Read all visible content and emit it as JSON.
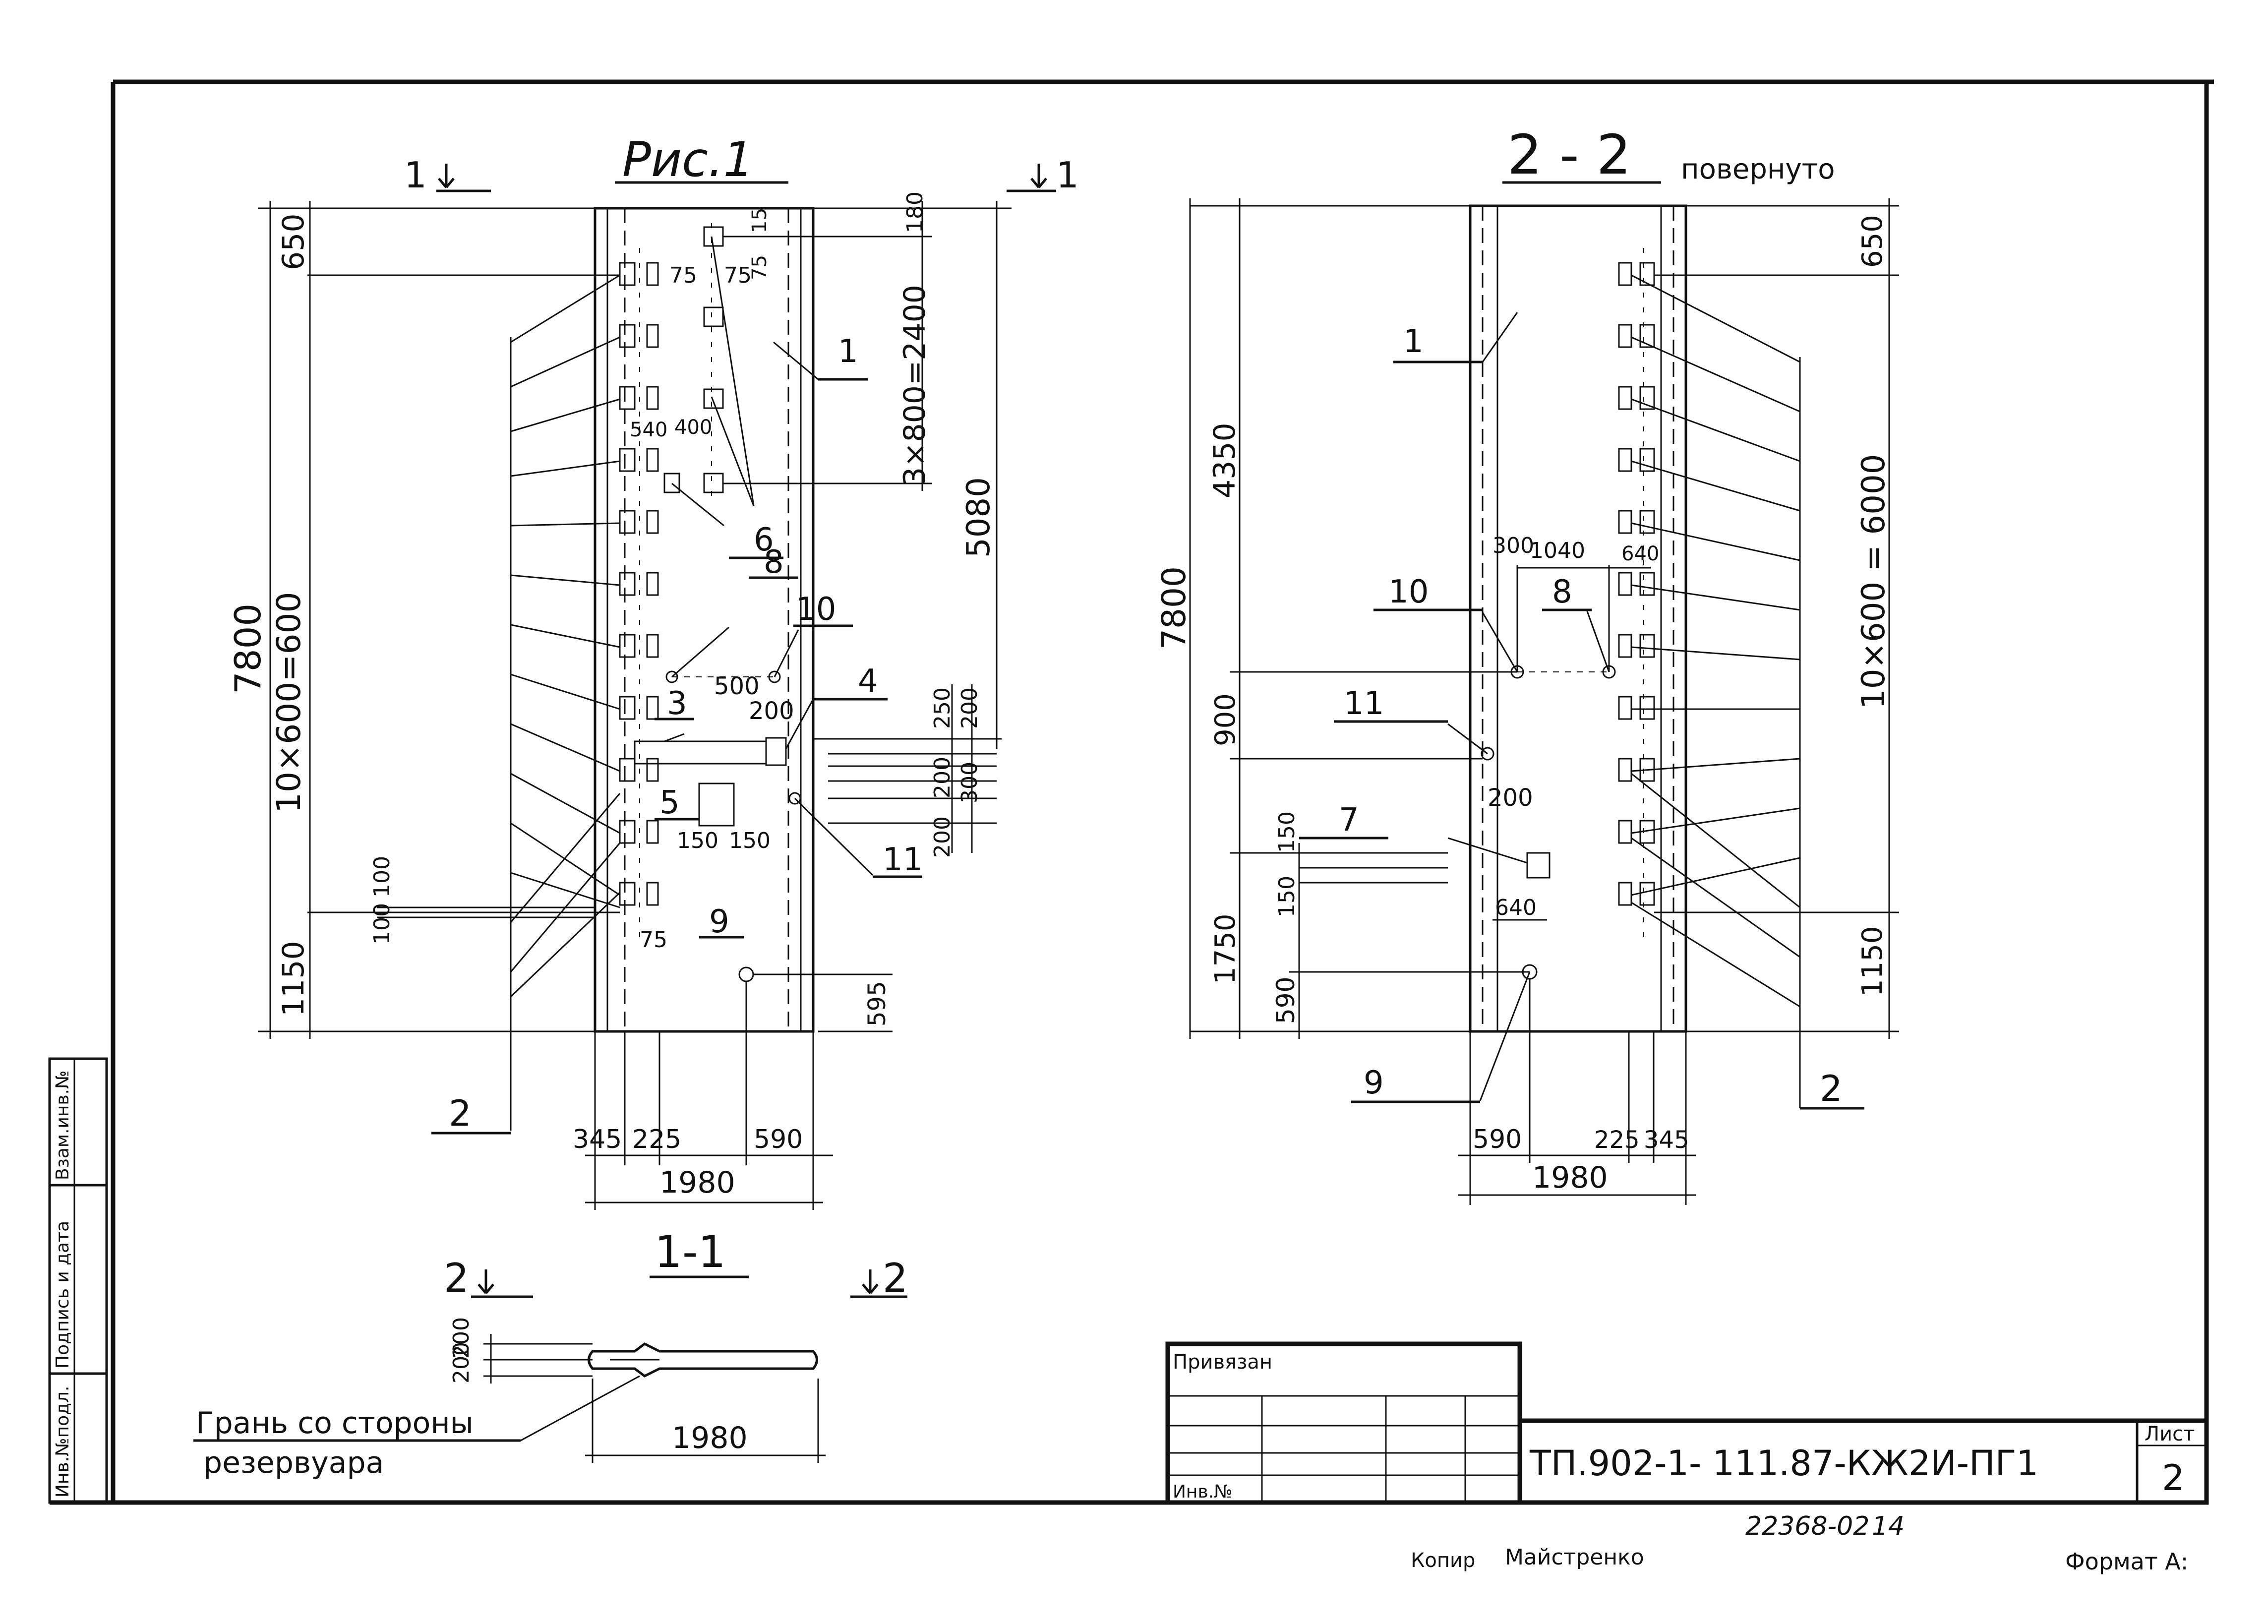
{
  "fig1": {
    "title": "Рис.1",
    "cut_left": "1",
    "cut_right": "1",
    "dims": {
      "total_height": "7800",
      "spacing": "10×600=600",
      "top": "650",
      "bottom": "1150",
      "hole_spacing": "3×800=2400",
      "vert_5080": "5080",
      "top_180": "180",
      "d75": "75",
      "d15": "15",
      "d540": "540",
      "d400": "400",
      "d500": "500",
      "d200": "200",
      "d250": "250",
      "d300": "300",
      "d150": "150",
      "d100": "100",
      "d595": "595",
      "d345": "345",
      "d225": "225",
      "d590": "590",
      "width": "1980"
    },
    "labels": {
      "l1": "1",
      "l2": "2",
      "l3": "3",
      "l4": "4",
      "l5": "5",
      "l6": "6",
      "l8": "8",
      "l9": "9",
      "l10": "10",
      "l11": "11"
    }
  },
  "section22": {
    "title": "2 - 2",
    "subtitle": "повернуто",
    "dims": {
      "total_height": "7800",
      "upper": "4350",
      "mid": "900",
      "lower": "1750",
      "d590": "590",
      "d150": "150",
      "d300": "300",
      "d1040": "1040",
      "d640": "640",
      "d200": "200",
      "spacing": "10×600 = 6000",
      "top": "650",
      "bottom": "1150",
      "d225": "225",
      "d345": "345",
      "width": "1980"
    },
    "labels": {
      "l1": "1",
      "l2": "2",
      "l7": "7",
      "l8": "8",
      "l9": "9",
      "l10": "10",
      "l11": "11"
    }
  },
  "section11": {
    "title": "1-1",
    "cut_left": "2",
    "cut_right": "2",
    "d200": "200",
    "width": "1980",
    "face_label_1": "Грань со стороны",
    "face_label_2": "резервуара"
  },
  "side_stamp": {
    "inv_orig": "Инв.№подл.",
    "sign_date": "Подпись и дата",
    "replace_inv": "Взам.инв.№"
  },
  "title_block": {
    "bound": "Привязан",
    "inv": "Инв.№",
    "doc_code": "ТП.902-1- 111.87-КЖ2И-ПГ1",
    "sheet_label": "Лист",
    "sheet_no": "2"
  },
  "footer": {
    "order_no": "22368-02",
    "order_suffix": "14",
    "copied": "Копир",
    "copier": "Майстренко",
    "format": "Формат А:"
  }
}
